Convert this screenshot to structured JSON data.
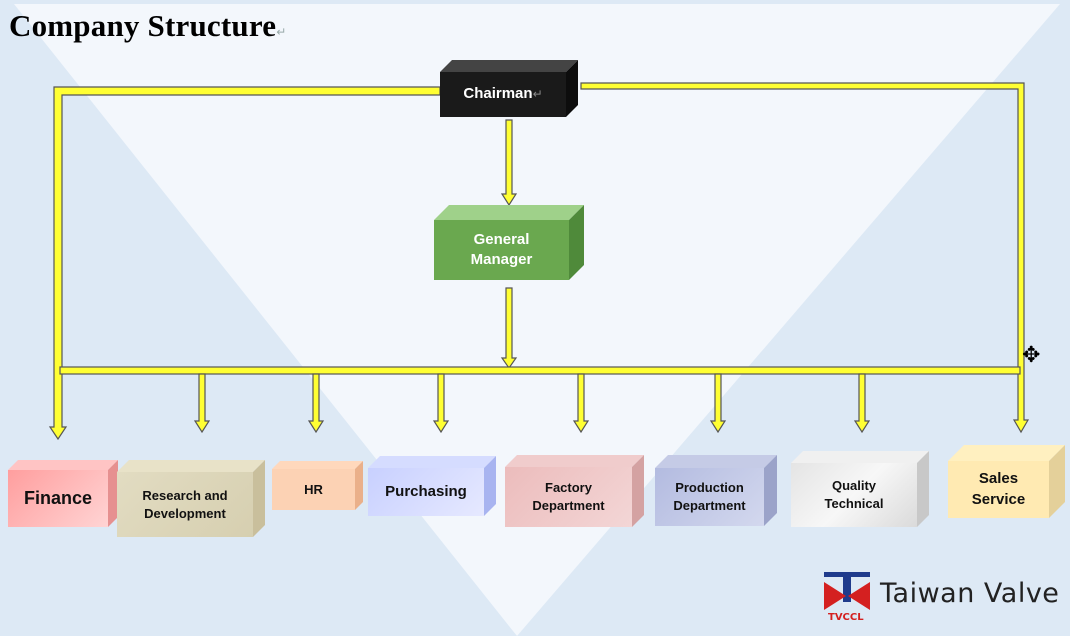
{
  "page": {
    "title": "Company Structure"
  },
  "nodes": {
    "chairman": {
      "label": "Chairman"
    },
    "general_manager": {
      "label": "General\nManager"
    }
  },
  "departments": [
    {
      "id": "finance",
      "label": "Finance"
    },
    {
      "id": "research-development",
      "label": "Research and\nDevelopment"
    },
    {
      "id": "hr",
      "label": "HR"
    },
    {
      "id": "purchasing",
      "label": "Purchasing"
    },
    {
      "id": "factory-department",
      "label": "Factory\nDepartment"
    },
    {
      "id": "production-department",
      "label": "Production\nDepartment"
    },
    {
      "id": "quality-technical",
      "label": "Quality\nTechnical"
    },
    {
      "id": "sales-service",
      "label": "Sales\nService"
    }
  ],
  "logo": {
    "brand": "Taiwan Valve",
    "mark": "TVCCL"
  },
  "colors": {
    "connector": "#ffff33",
    "connector_outline": "#555555",
    "chairman": "#1a1a1a",
    "general_manager": "#6aa84f",
    "logo_blue": "#1f3b8c",
    "logo_red": "#d42020"
  }
}
